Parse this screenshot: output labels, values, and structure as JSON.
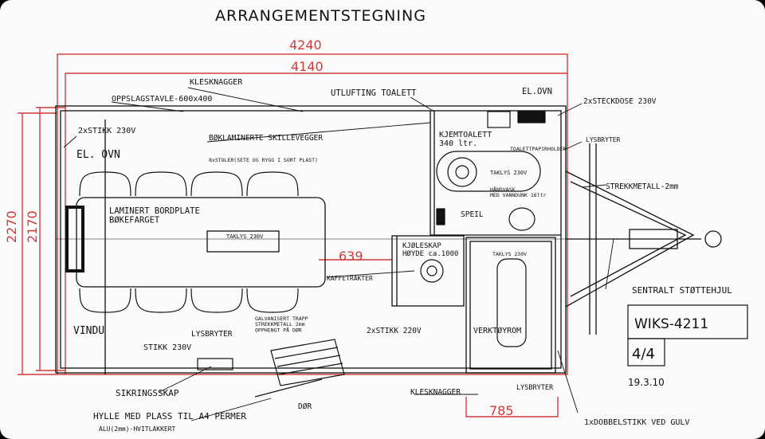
{
  "title": "ARRANGEMENTSTEGNING",
  "dimensions": {
    "outer_length": "4240",
    "inner_length": "4140",
    "outer_width": "2270",
    "inner_width": "2170",
    "table_gap": "639",
    "tool_room_width": "785"
  },
  "labels": {
    "klesknagger_top": "KLESKNAGGER",
    "oppslagstavle": "OPPSLAGSTAVLE-600x400",
    "utlufting_toalett": "UTLUFTING TOALETT",
    "el_ovn_top": "EL.OVN",
    "stikk_230v_left": "2xSTIKK 230V",
    "el_ovn_left": "EL. OVN",
    "skillevegger": "BØKLAMINERTE SKILLEVEGGER",
    "stoler": "8xSTOLER(SETE OG RYGG I SORT PLAST)",
    "steckdose": "2xSTECKDOSE 230V",
    "kjemtoalett": "KJEMTOALETT\n340 ltr.",
    "toalettpapir": "TOALETTPAPIRHOLDER",
    "lysbryter_right": "LYSBRYTER",
    "taklys_toilet": "TAKLYS 230V",
    "strekkmetall": "STREKKMETALL-2mm",
    "handvask": "HÅNDVASK\nMED VANNDUNK 16ltr",
    "speil": "SPEIL",
    "bordplate": "LAMINERT BORDPLATE\nBØKEFARGET",
    "taklys_table": "TAKLYS 230V",
    "kjoleskap": "KJØLESKAP\nHØYDE ca.1000",
    "kaffetrakter": "KAFFETRAKTER",
    "taklys_tool": "TAKLYS 230V",
    "sentralt_stottehjul": "SENTRALT STØTTEHJUL",
    "vindu": "VINDU",
    "galvanisert": "GALVANISERT TRAPP\nSTREKKMETALL 2mm\nOPPHENGT PÅ DØR",
    "lysbryter_mid": "LYSBRYTER",
    "stikk_230v_bottom": "STIKK 230V",
    "stikk_220v": "2xSTIKK 220V",
    "verktoyrom": "VERKTØYROM",
    "sikringsskap": "SIKRINGSSKAP",
    "klesknagger_bottom": "KLESKNAGGER",
    "lysbryter_bottom": "LYSBRYTER",
    "dor": "DØR",
    "hylle": "HYLLE MED PLASS TIL A4 PERMER",
    "alu": "ALU(2mm)-HVITLAKKERT",
    "dobbelstikk": "1xDOBBELSTIKK VED GULV"
  },
  "title_block": {
    "model": "WIKS-4211",
    "sheet": "4/4",
    "date": "19.3.10"
  },
  "colors": {
    "dimension": "#d23a3a",
    "line": "#111111"
  }
}
